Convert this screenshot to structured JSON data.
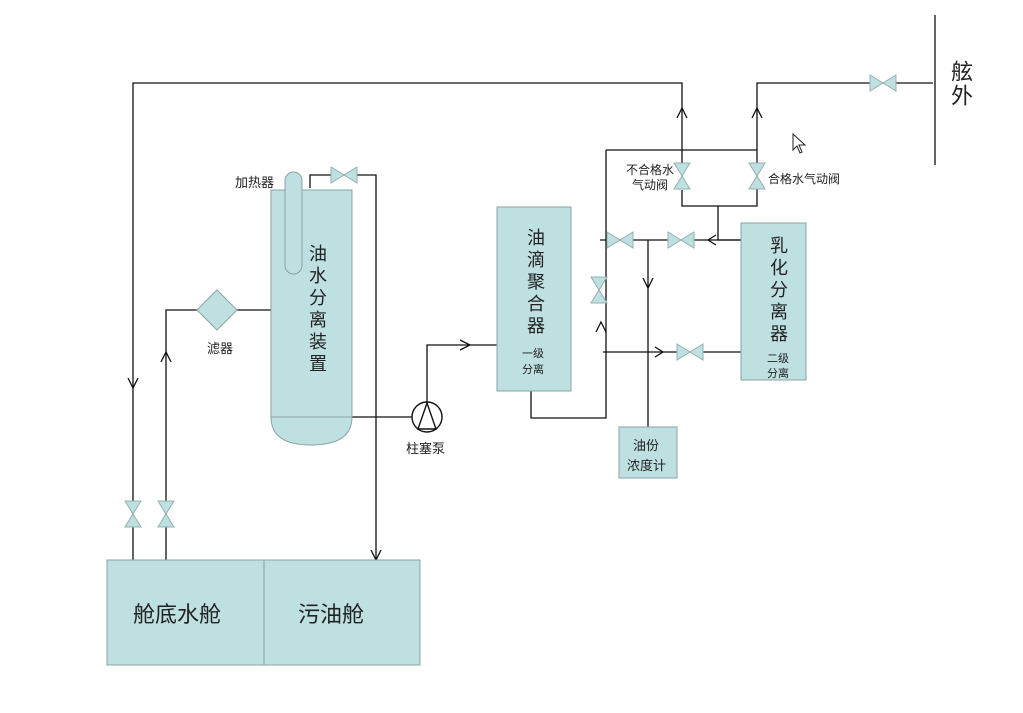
{
  "diagram": {
    "title": "船舶油水分离系统流程图",
    "components": {
      "heater": "加热器",
      "oil_water_separator": "油水分离装置",
      "filter": "滤器",
      "plunger_pump": "柱塞泵",
      "coalescer": "油滴聚合器",
      "coalescer_stage": "一级\n分离",
      "coalescer_stage_line1": "一级",
      "coalescer_stage_line2": "分离",
      "emulsion_separator": "乳化分离器",
      "emulsion_stage_line1": "二级",
      "emulsion_stage_line2": "分离",
      "oil_meter_line1": "油份",
      "oil_meter_line2": "浓度计",
      "bilge_tank": "舱底水舱",
      "sludge_tank": "污油舱",
      "overboard": "舷外",
      "unqualified_valve_line1": "不合格水",
      "unqualified_valve_line2": "气动阀",
      "qualified_valve": "合格水气动阀"
    },
    "colors": {
      "equipment_fill": "#bfe0e1",
      "pipe": "#111111"
    }
  }
}
